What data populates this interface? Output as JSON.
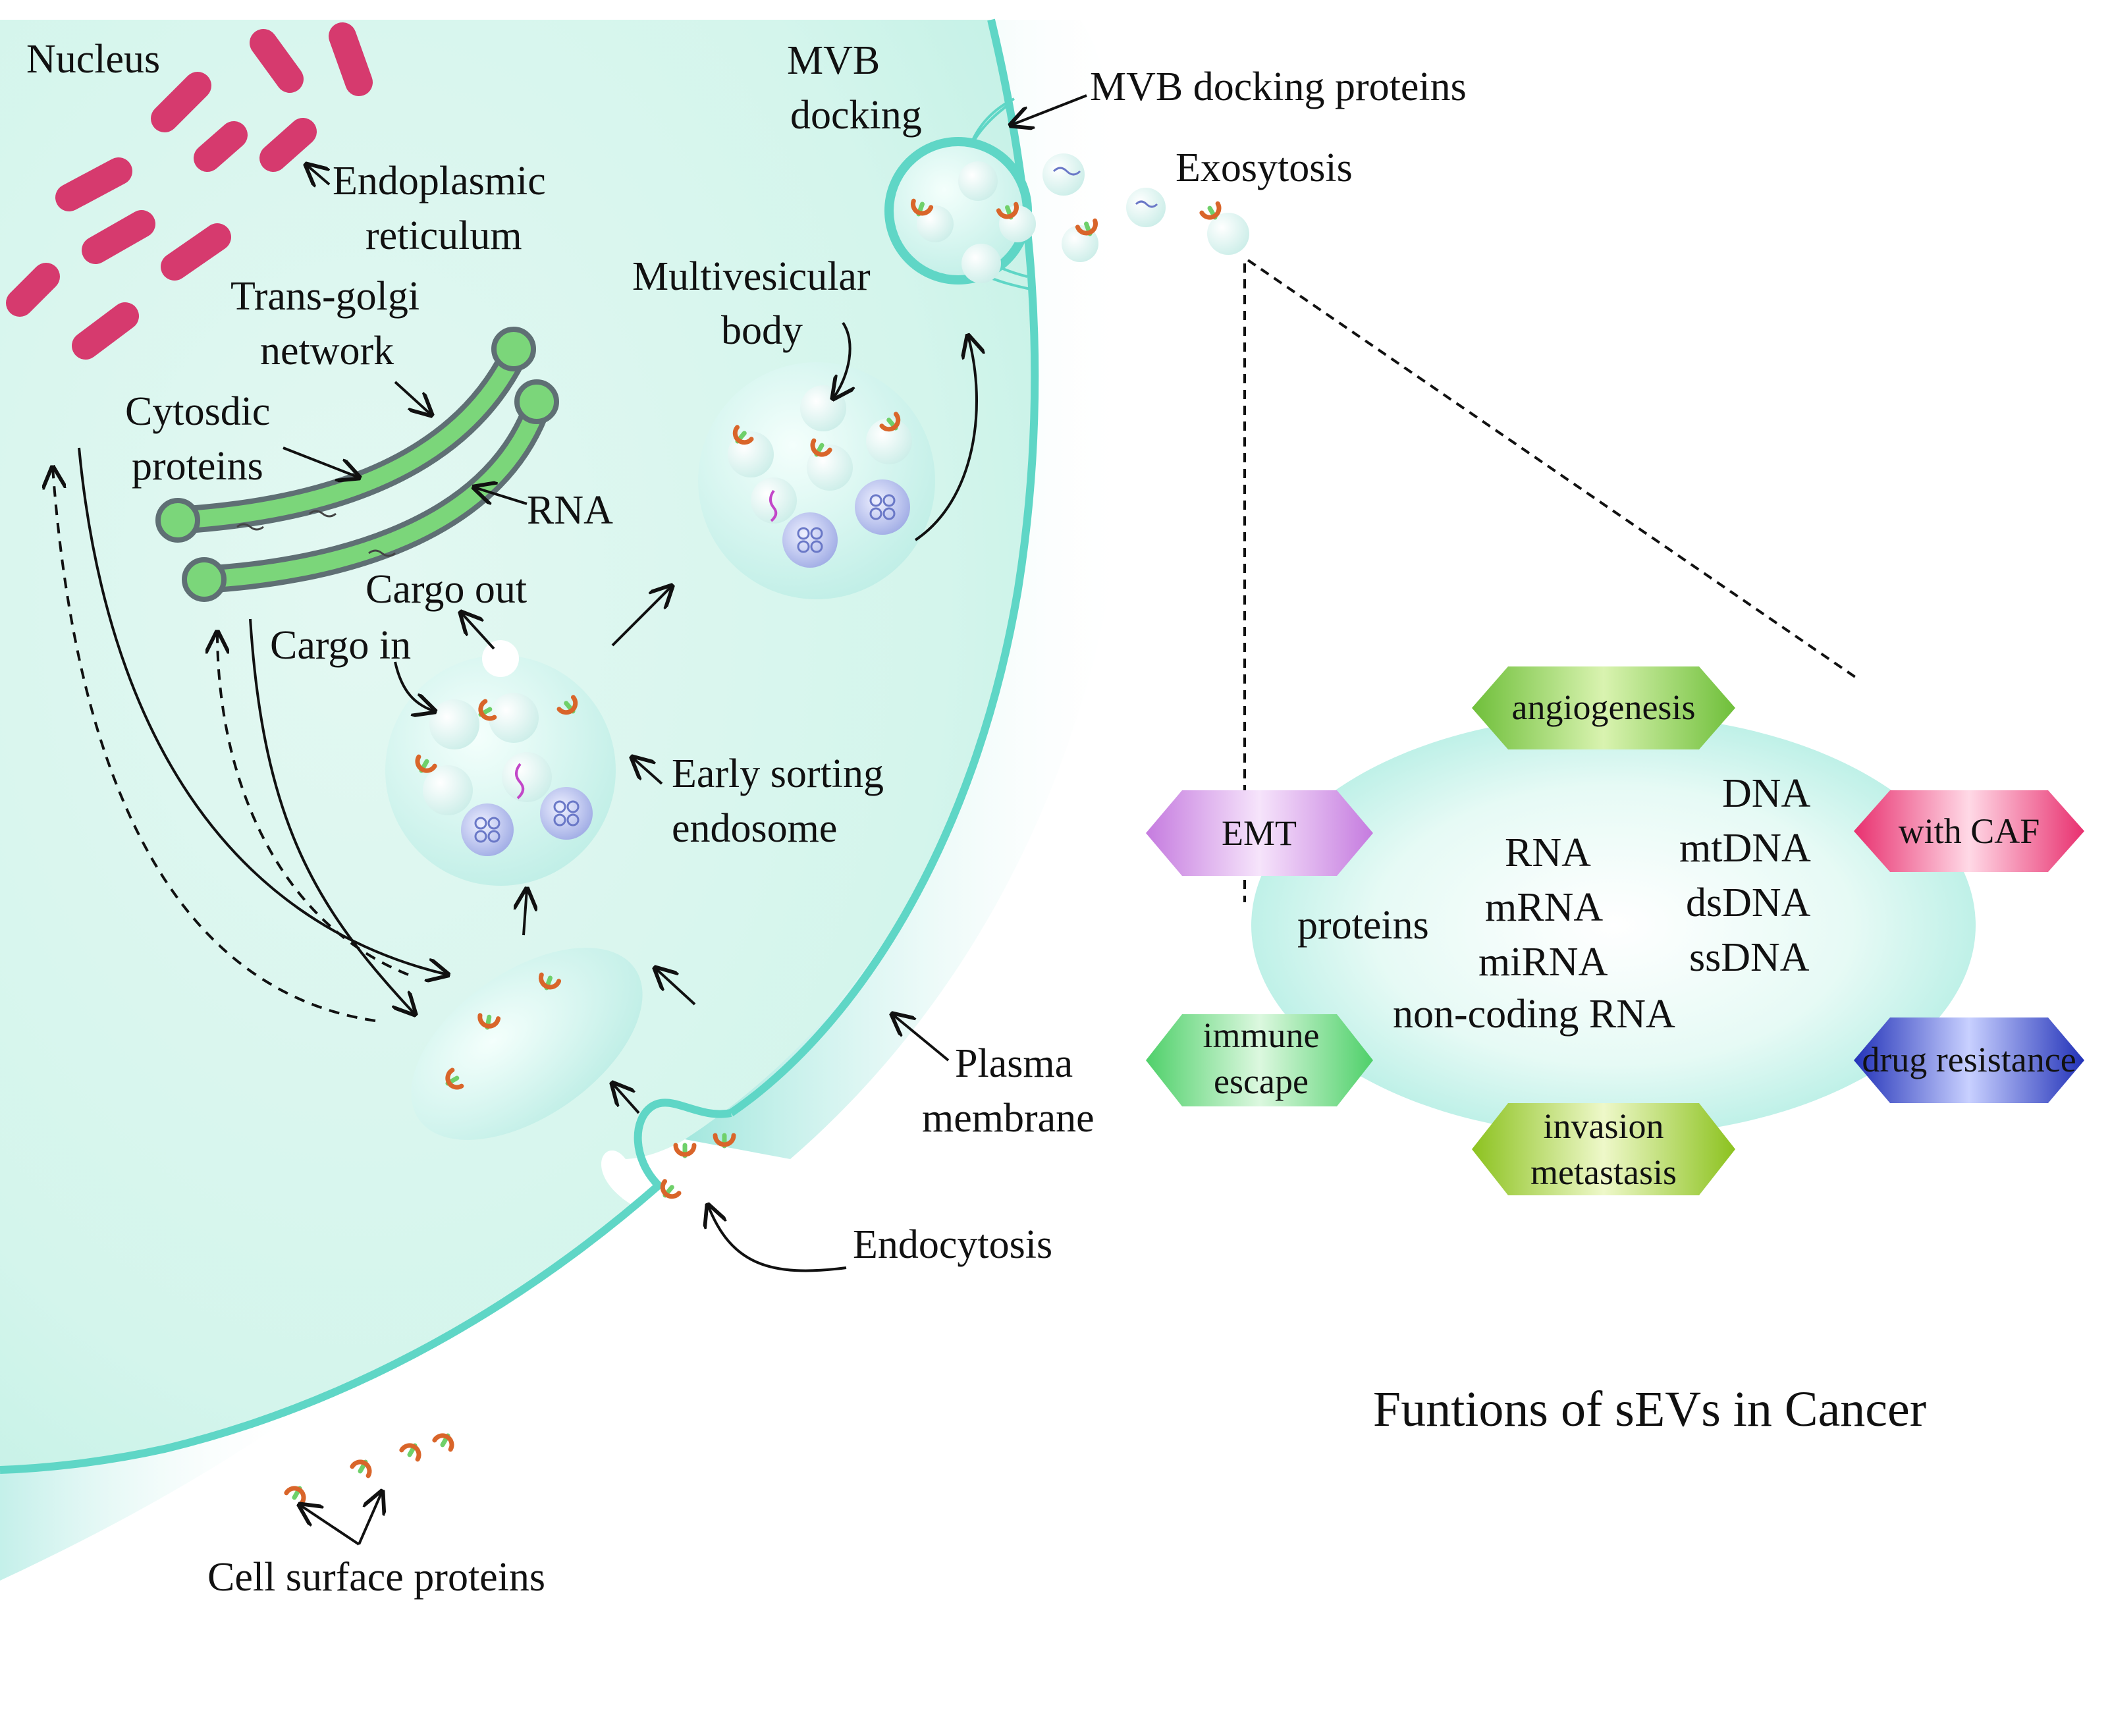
{
  "labels": {
    "nucleus": "Nucleus",
    "er_1": "Endoplasmic",
    "er_2": "reticulum",
    "tgn_1": "Trans-golgi",
    "tgn_2": "network",
    "cyto_1": "Cytosdic",
    "cyto_2": "proteins",
    "rna": "RNA",
    "cargo_out": "Cargo out",
    "cargo_in": "Cargo in",
    "early_1": "Early sorting",
    "early_2": "endosome",
    "mvb_1": "Multivesicular",
    "mvb_2": "body",
    "mvb_docking_1": "MVB",
    "mvb_docking_2": "docking",
    "mvb_docking_proteins": "MVB docking proteins",
    "exosytosis": "Exosytosis",
    "plasma_1": "Plasma",
    "plasma_2": "membrane",
    "endocytosis": "Endocytosis",
    "cell_surface": "Cell surface proteins"
  },
  "cargo": {
    "proteins": "proteins",
    "rna_col": [
      "RNA",
      "mRNA",
      "miRNA"
    ],
    "dna_col": [
      "DNA",
      "mtDNA",
      "dsDNA",
      "ssDNA"
    ],
    "noncoding": "non-coding RNA"
  },
  "functions": {
    "angiogenesis": "angiogenesis",
    "emt": "EMT",
    "with_caf": "with CAF",
    "immune_1": "immune",
    "immune_2": "escape",
    "drug_resistance": "drug resistance",
    "invasion_1": "invasion",
    "invasion_2": "metastasis"
  },
  "title": "Funtions of sEVs in Cancer",
  "colors": {
    "cytoplasm": "#d9f7ef",
    "membrane": "#5fd6c6",
    "er": "#d63a6e",
    "golgi": "#7bd67a",
    "golgi_edge": "#5f6f74",
    "mvb_fill": "#c6f1ea",
    "receptor_cap": "#d9652a",
    "receptor_stem": "#6fd06a",
    "angiogenesis": "#8ccf4a",
    "emt": "#d89be8",
    "with_caf": "#ec4f8a",
    "immune": "#7de08a",
    "drug": "#3d52c9",
    "invasion": "#a7d13a"
  }
}
